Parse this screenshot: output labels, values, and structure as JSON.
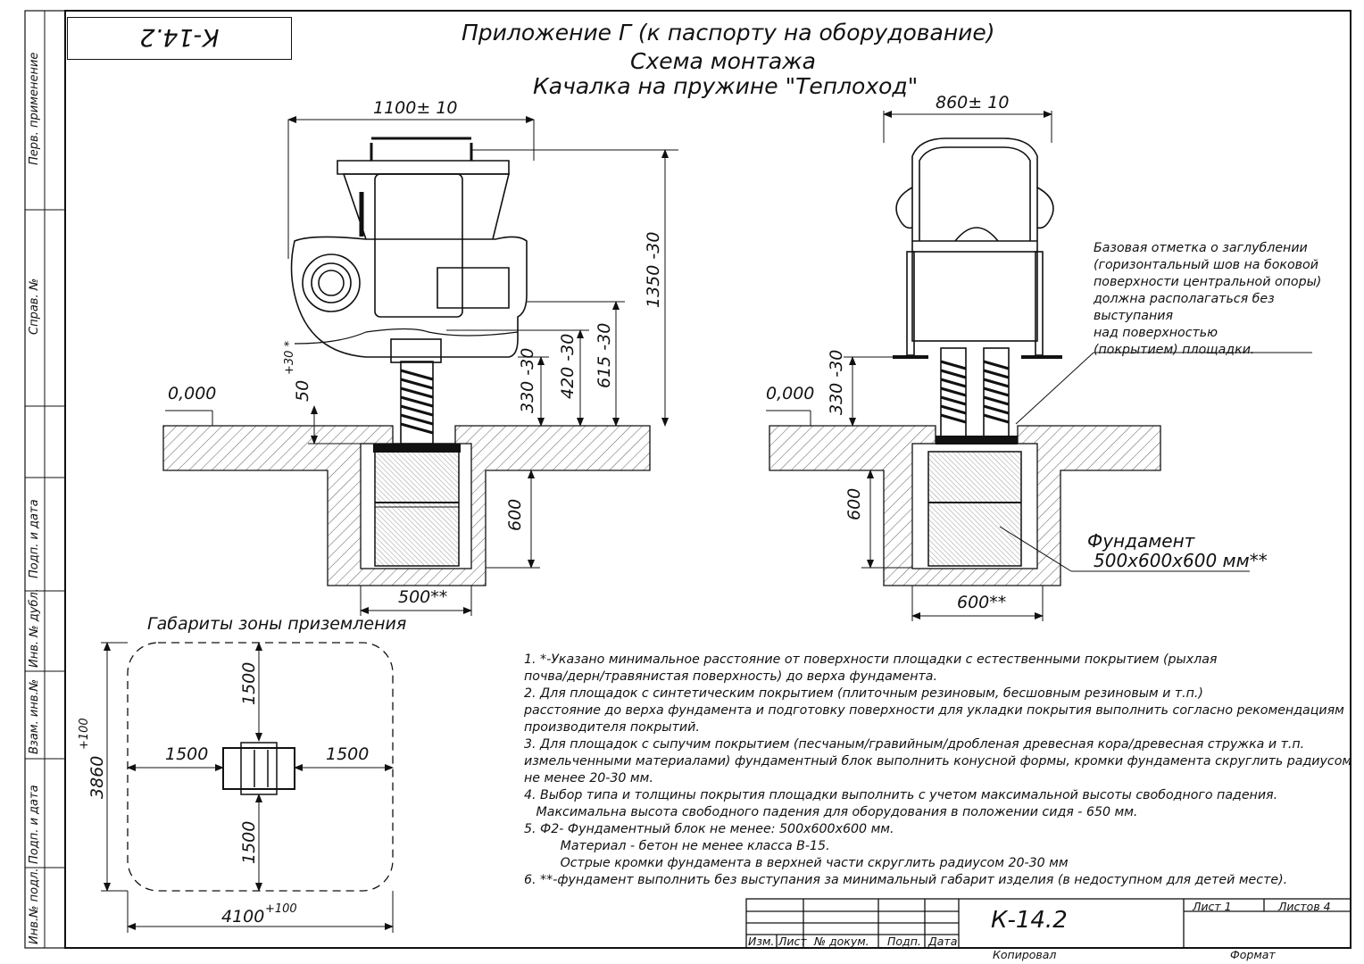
{
  "stamp_top": "К-14.2",
  "title": {
    "line1": "Приложение Г (к паспорту на оборудование)",
    "line2": "Схема монтажа",
    "line3": "Качалка на пружине \"Теплоход\""
  },
  "side_labels": [
    "Перв. применение",
    "Справ. №",
    "Подп. и дата",
    "Инв. № дубл.",
    "Взам. инв.№",
    "Подп. и дата",
    "Инв.№ подл."
  ],
  "left_view": {
    "width_dim": "1100± 10",
    "height_dims": [
      "1350 -30",
      "615 -30",
      "420 -30",
      "330 -30"
    ],
    "clearance_dim": "50",
    "clearance_sup": "+30 *",
    "level": "0,000",
    "depth_dim": "600",
    "base_dim": "500**"
  },
  "right_view": {
    "width_dim": "860± 10",
    "height_dim": "330 -30",
    "level": "0,000",
    "depth_dim": "600",
    "base_dim": "600**",
    "foundation_label_1": "Фундамент",
    "foundation_label_2": "500x600x600 мм**",
    "callout": [
      "Базовая отметка о заглублении",
      "(горизонтальный шов на боковой",
      "поверхности центральной опоры)",
      "должна располагаться без",
      "выступания",
      "над поверхностью",
      "(покрытием) площадки."
    ]
  },
  "zone": {
    "title": "Габариты зоны приземления",
    "top": "1500",
    "bottom": "1500",
    "left": "1500",
    "right": "1500",
    "height": "3860",
    "height_sup": "+100",
    "width": "4100",
    "width_sup": "+100"
  },
  "notes": [
    "1. *-Указано минимальное расстояние от поверхности площадки с естественными покрытием (рыхлая",
    "почва/дерн/травянистая поверхность) до верха фундамента.",
    "2. Для площадок с синтетическим покрытием (плиточным резиновым, бесшовным резиновым и т.п.)",
    "расстояние до верха фундамента и подготовку поверхности для укладки покрытия выполнить согласно рекомендациям",
    "производителя покрытий.",
    "3. Для площадок с сыпучим покрытием (песчаным/гравийным/дробленая древесная кора/древесная стружка и т.п.",
    "измельченными материалами) фундаментный блок выполнить конусной формы, кромки фундамента скруглить радиусом",
    "не менее 20-30 мм.",
    "4. Выбор типа и толщины покрытия площадки выполнить с учетом максимальной высоты свободного падения.",
    "   Максимальна высота свободного падения для оборудования в положении сидя - 650 мм.",
    "5. Ф2- Фундаментный блок не менее: 500x600x600 мм.",
    "         Материал - бетон не менее класса В-15.",
    "         Острые кромки фундамента в верхней части скруглить радиусом 20-30 мм",
    "6.  **-фундамент выполнить без выступания за минимальный габарит изделия (в недоступном для детей месте)."
  ],
  "title_block": {
    "code": "К-14.2",
    "cols": [
      "Изм.",
      "Лист",
      "№ докум.",
      "Подп.",
      "Дата"
    ],
    "sheet": "Лист 1",
    "sheets": "Листов 4",
    "copied": "Копировал",
    "format": "Формат"
  }
}
